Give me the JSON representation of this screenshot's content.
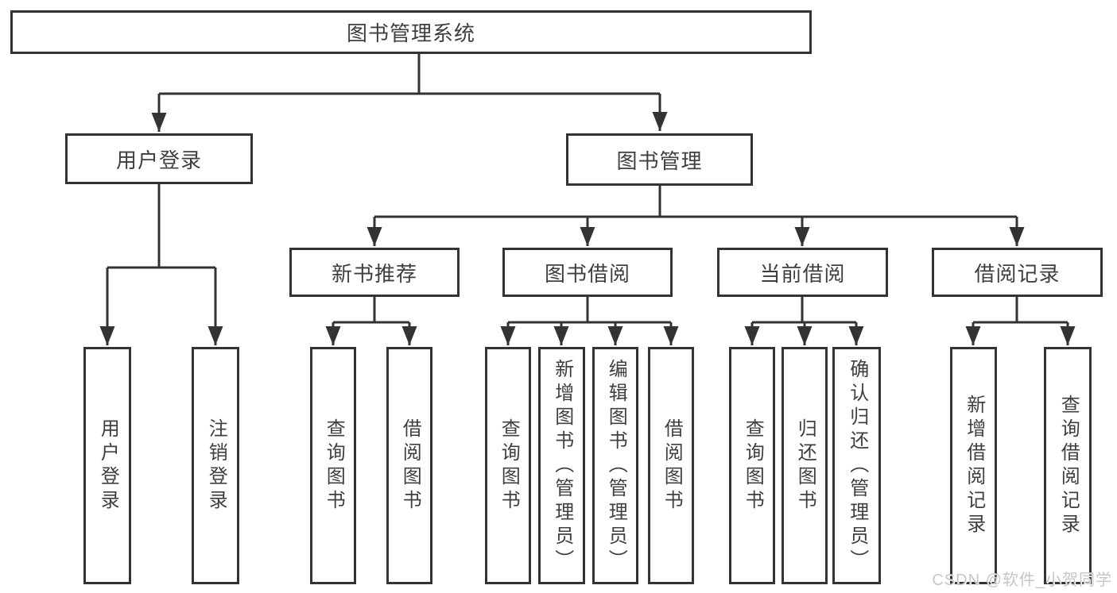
{
  "meta": {
    "background_color": "#ffffff",
    "line_color": "#333333",
    "box_border_color": "#333333",
    "text_color": "#3f3f3f",
    "watermark_color": "#c6c6c6"
  },
  "tree": {
    "root": "图书管理系统",
    "login_branch": {
      "label": "用户登录",
      "children": [
        "用户登录",
        "注销登录"
      ]
    },
    "mgmt_branch": {
      "label": "图书管理",
      "sections": [
        {
          "label": "新书推荐",
          "children": [
            "查询图书",
            "借阅图书"
          ]
        },
        {
          "label": "图书借阅",
          "children": [
            "查询图书",
            "新增图书（管理员）",
            "编辑图书（管理员）",
            "借阅图书"
          ]
        },
        {
          "label": "当前借阅",
          "children": [
            "查询图书",
            "归还图书",
            "确认归还（管理员）"
          ]
        },
        {
          "label": "借阅记录",
          "children": [
            "新增借阅记录",
            "查询借阅记录"
          ]
        }
      ]
    }
  },
  "watermark": "CSDN @软件_小贺同学"
}
